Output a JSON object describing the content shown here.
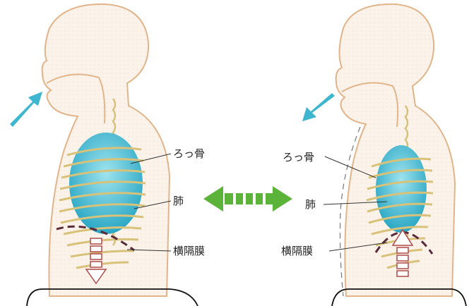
{
  "left_figure": {
    "labels": {
      "ribs": "ろっ骨",
      "lungs": "肺",
      "diaphragm": "横隔膜"
    }
  },
  "right_figure": {
    "labels": {
      "ribs": "ろっ骨",
      "lungs": "肺",
      "diaphragm": "横隔膜"
    }
  },
  "colors": {
    "lung": "#3fb6cf",
    "skin_outline": "#e2b48a",
    "skin_fill": "#fbf3ea",
    "bone": "#d8c27a",
    "air_arrow": "#3fb6cf",
    "exchange_arrow": "#5cb33a",
    "diaphragm_line": "#5a2a3a",
    "diaphragm_arrow": "#b04a4a"
  }
}
